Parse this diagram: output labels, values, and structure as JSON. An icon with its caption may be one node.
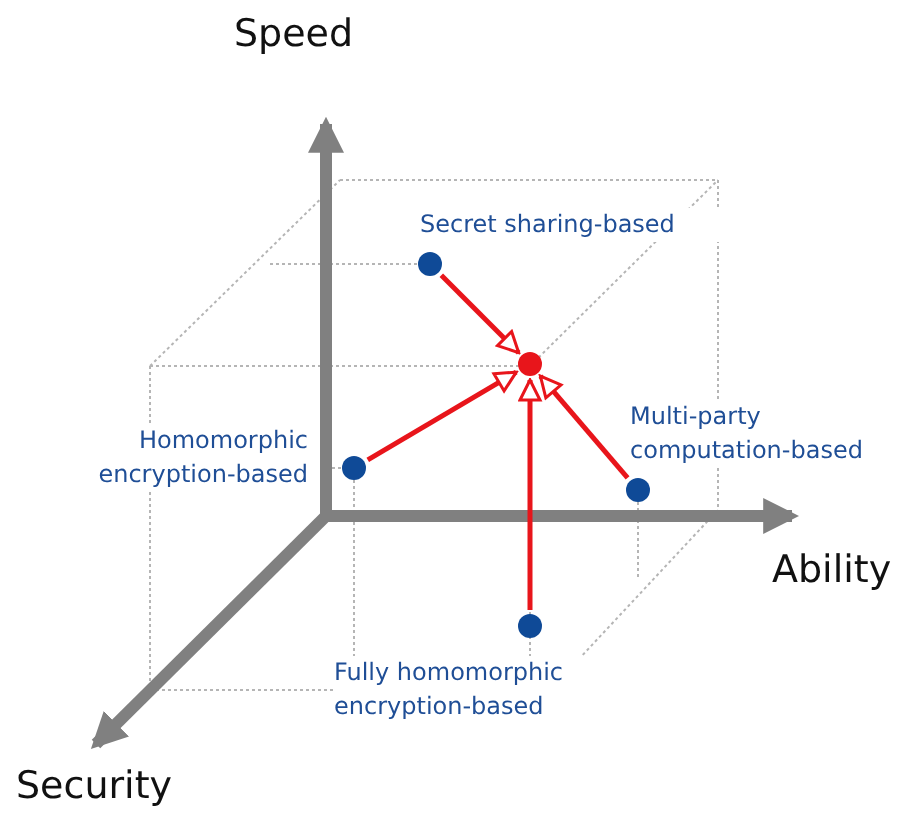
{
  "diagram": {
    "nodes": [
      {
        "text": [],
        "shape": "circle",
        "beside": [
          "Secret sharing-based"
        ]
      },
      {
        "text": [],
        "shape": "circle"
      },
      {
        "text": [],
        "shape": "circle",
        "beside": [
          "Homomorphic encryption-based"
        ]
      },
      {
        "text": [],
        "shape": "circle",
        "beside": [
          "Multi-party computation-based"
        ]
      },
      {
        "text": [],
        "shape": "circle",
        "beside": [
          "Fully homomorphic encryption-based"
        ]
      }
    ],
    "edges": [
      {
        "from": 0,
        "to": 1,
        "arrow": "to"
      },
      {
        "from": 2,
        "to": 1,
        "arrow": "to"
      },
      {
        "from": 3,
        "to": 1,
        "arrow": "to"
      },
      {
        "from": 4,
        "to": 1,
        "arrow": "to"
      }
    ],
    "labels": [
      "Speed",
      "Ability",
      "Security"
    ]
  }
}
